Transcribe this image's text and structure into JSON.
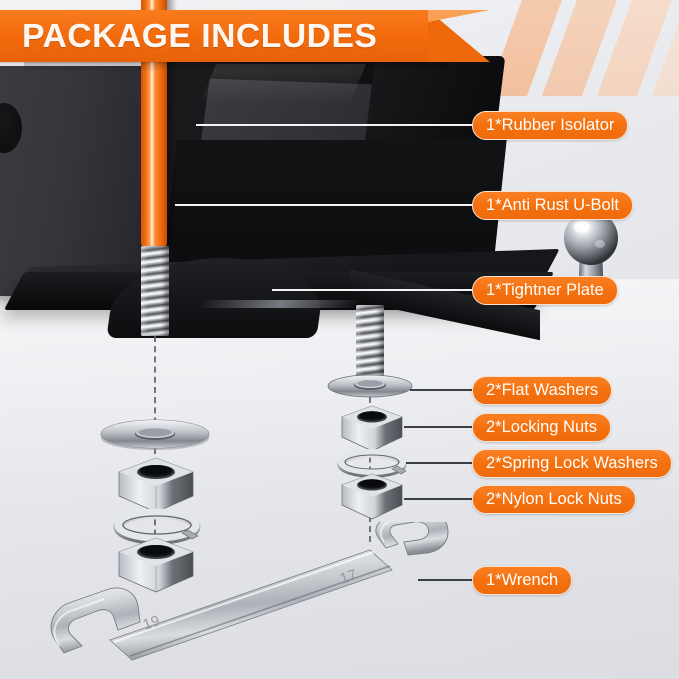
{
  "banner": {
    "title": "PACKAGE INCLUDES",
    "bg_color": "#f26a0c",
    "text_color": "#fdf7f2"
  },
  "theme": {
    "accent": "#f4710f",
    "accent_light": "#fa8024",
    "background": "#e6e7eb",
    "label_border": "#f7e3d4",
    "leader_dark": "#3b3e44",
    "leader_light": "#f2f3f5",
    "metal": "#c9ccd2",
    "body_black": "#121315",
    "ubolt_orange": "#f0700f"
  },
  "callouts": [
    {
      "id": "rubber-isolator",
      "text": "1*Rubber Isolator",
      "qty": 1,
      "leader": "light"
    },
    {
      "id": "anti-rust-u-bolt",
      "text": "1*Anti Rust U-Bolt",
      "qty": 1,
      "leader": "light"
    },
    {
      "id": "tightner-plate",
      "text": "1*Tightner Plate",
      "qty": 1,
      "leader": "light"
    },
    {
      "id": "flat-washers",
      "text": "2*Flat Washers",
      "qty": 2,
      "leader": "dark"
    },
    {
      "id": "locking-nuts",
      "text": "2*Locking Nuts",
      "qty": 2,
      "leader": "dark"
    },
    {
      "id": "spring-lock-washers",
      "text": "2*Spring Lock Washers",
      "qty": 2,
      "leader": "dark"
    },
    {
      "id": "nylon-lock-nuts",
      "text": "2*Nylon Lock Nuts",
      "qty": 2,
      "leader": "dark"
    },
    {
      "id": "wrench",
      "text": "1*Wrench",
      "qty": 1,
      "leader": "dark"
    }
  ],
  "wrench": {
    "size_small": "17",
    "size_large": "19"
  }
}
